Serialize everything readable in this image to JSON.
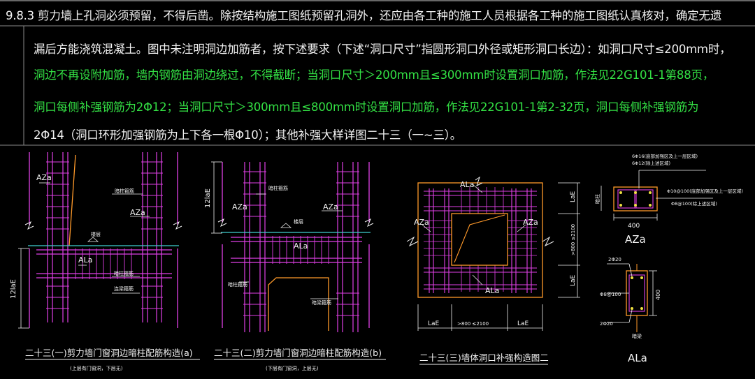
{
  "colors": {
    "background": "#000000",
    "white_text": "#f2f2f2",
    "green_text": "#33e044",
    "magenta": "#e040e6",
    "orange": "#ff9a2a",
    "cyan": "#3fd0d0",
    "yellow": "#f0e040",
    "grid_line": "#8a8a8a"
  },
  "notes": {
    "line1": "9.8.3  剪力墙上孔洞必须预留，不得后凿。除按结构施工图纸预留孔洞外，还应由各工种的施工人员根据各工种的施工图纸认真核对，确定无遗",
    "line2": "漏后方能浇筑混凝土。图中未注明洞边加筋者，按下述要求（下述“洞口尺寸”指圆形洞口外径或矩形洞口长边）：如洞口尺寸≤200mm时，",
    "line3": "洞边不再设附加筋，墙内钢筋由洞边绕过，不得截断；当洞口尺寸＞200mm且≤300mm时设置洞口加筋，作法见22G101-1第88页，",
    "line4": "洞口每侧补强钢筋为2Φ12；当洞口尺寸＞300mm且≤800mm时设置洞口加筋，作法见22G101-1第2-32页，洞口每侧补强钢筋为",
    "line5": "2Φ14（洞口环形加强钢筋为上下各一根Φ10）；其他补强大样详图二十三（一~三）。"
  },
  "detail_a": {
    "title": "二十三(一)剪力墙门窗洞边暗柱配筋构造(a)",
    "subtitle": "(上层有门窗洞，下层无)",
    "labels": {
      "aza": "AZa",
      "anzhu": "暗柱箍筋",
      "aza2": "AZa",
      "biaogao": "楼层",
      "ala": "ALa",
      "anliang": "暗柱箍筋",
      "lianliang": "连梁箍筋",
      "dim": "12laE"
    }
  },
  "detail_b": {
    "title": "二十三(二)剪力墙门窗洞边暗柱配筋构造(b)",
    "subtitle": "(下层有门窗洞，上层无)",
    "labels": {
      "dim": "12laE",
      "anzhu": "暗柱箍筋",
      "aza": "AZa",
      "aza2": "AZa",
      "biaogao": "楼层",
      "ala": "ALa",
      "anliang": "暗柱箍筋",
      "lianliang": "暗梁箍筋"
    }
  },
  "detail_c": {
    "title": "二十三(三)墙体洞口补强构造图二",
    "labels": {
      "ala_top": "ALa",
      "aza_left": "AZa",
      "aza_right": "AZa",
      "ala_bottom": "ALa",
      "lae_top": "LaE",
      "dim_mid": ">800 ≤2100",
      "lae_bottom": "LaE",
      "lae_left": "LaE",
      "dim_bottom": ">800 ≤2100",
      "lae_right": "LaE"
    }
  },
  "section_aza": {
    "title": "AZa",
    "note1": "6Φ16(底部加强区及上一层区域)",
    "note2": "6Φ12(除上述区域)",
    "note3": "Φ10@100(底部加强区及上一层区域)",
    "note4": "Φ8@100(除上述区域)",
    "side": "暗柱",
    "width": "400"
  },
  "section_ala": {
    "title": "ALa",
    "top": "2Φ20",
    "stirrup": "Φ8@100",
    "bottom": "2Φ20",
    "height": "400",
    "tag": "暗梁"
  }
}
